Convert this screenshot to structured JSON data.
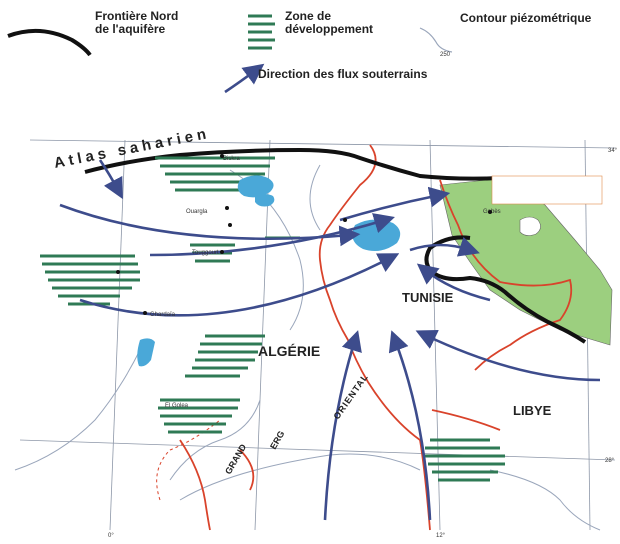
{
  "legend": {
    "border": "Frontière Nord\nde l'aquifère",
    "zone": "Zone de\ndéveloppement",
    "contour": "Contour piézométrique",
    "contour_value": "250",
    "flow": "Direction des flux souterrains"
  },
  "labels": {
    "atlas": "Atlas saharien",
    "algerie": "ALGÉRIE",
    "tunisie": "TUNISIE",
    "libye": "LIBYE",
    "oriental": "ORIENTAL",
    "erg": "ERG",
    "grand": "GRAND",
    "gabes": "Gabès",
    "biskra": "Biskra",
    "touggourt": "Touggourt",
    "ouargla": "Ouargla",
    "ghardaia": "Ghardaïa",
    "elgolea": "El Golea",
    "lat_34": "34°",
    "lat_28": "28°",
    "lon_0": "0°",
    "lon_12": "12°"
  },
  "colors": {
    "border": "#111111",
    "frontier_red": "#d9432b",
    "flow_arrow": "#3d4c8c",
    "zone_green": "#2f7a55",
    "sea_green": "#9ccf7f",
    "lake_blue": "#4aa8d8",
    "contour": "#9aa6bb"
  }
}
